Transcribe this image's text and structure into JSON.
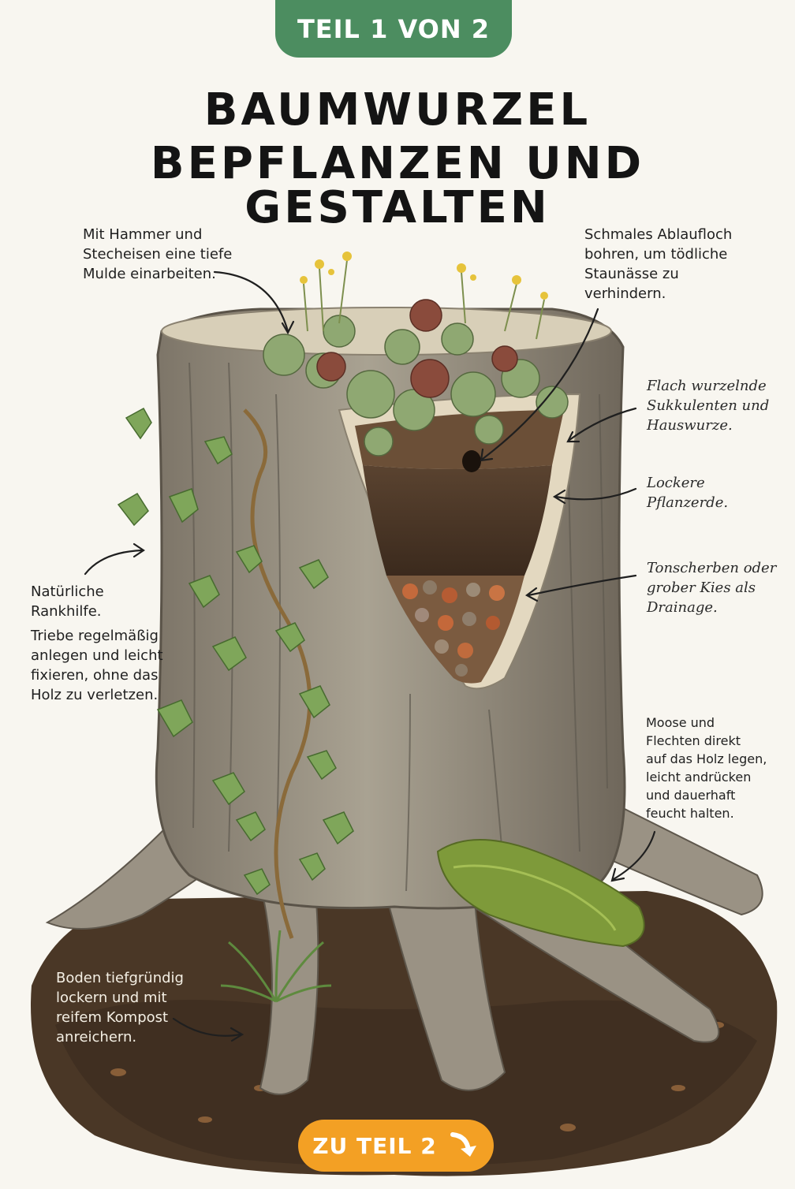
{
  "badge": {
    "label": "TEIL 1 VON 2"
  },
  "title": {
    "line1": "BAUMWURZEL",
    "line2": "BEPFLANZEN UND GESTALTEN"
  },
  "annotations": {
    "hollow": {
      "lines": [
        "Mit Hammer und",
        "Stecheisen eine tiefe",
        "Mulde einarbeiten."
      ]
    },
    "drain_hole": {
      "lines": [
        "Schmales Ablaufloch",
        "bohren, um tödliche",
        "Staunässe zu",
        "verhindern."
      ]
    },
    "succulents": {
      "lines": [
        "Flach wurzelnde",
        "Sukkulenten und",
        "Hauswurze."
      ]
    },
    "soil": {
      "lines": [
        "Lockere",
        "Pflanzerde."
      ]
    },
    "drainage": {
      "lines": [
        "Tonscherben oder",
        "grober Kies als",
        "Drainage."
      ]
    },
    "climbing": {
      "heading": [
        "Natürliche",
        "Rankhilfe."
      ],
      "lines": [
        "Triebe regelmäßig",
        "anlegen und leicht",
        "fixieren, ohne das",
        "Holz zu verletzen."
      ]
    },
    "moss": {
      "lines": [
        "Moose und",
        "Flechten direkt",
        "auf das Holz legen,",
        "leicht andrücken",
        "und dauerhaft",
        "feucht halten."
      ]
    },
    "ground": {
      "lines": [
        "Boden tiefgründig",
        "lockern und mit",
        "reifem Kompost",
        "anreichern."
      ]
    }
  },
  "next_button": {
    "label": "ZU TEIL 2",
    "icon": "arrow-down-right-icon"
  },
  "colors": {
    "badge": "#4c8d60",
    "button": "#f3a024",
    "background": "#f8f6f0"
  }
}
